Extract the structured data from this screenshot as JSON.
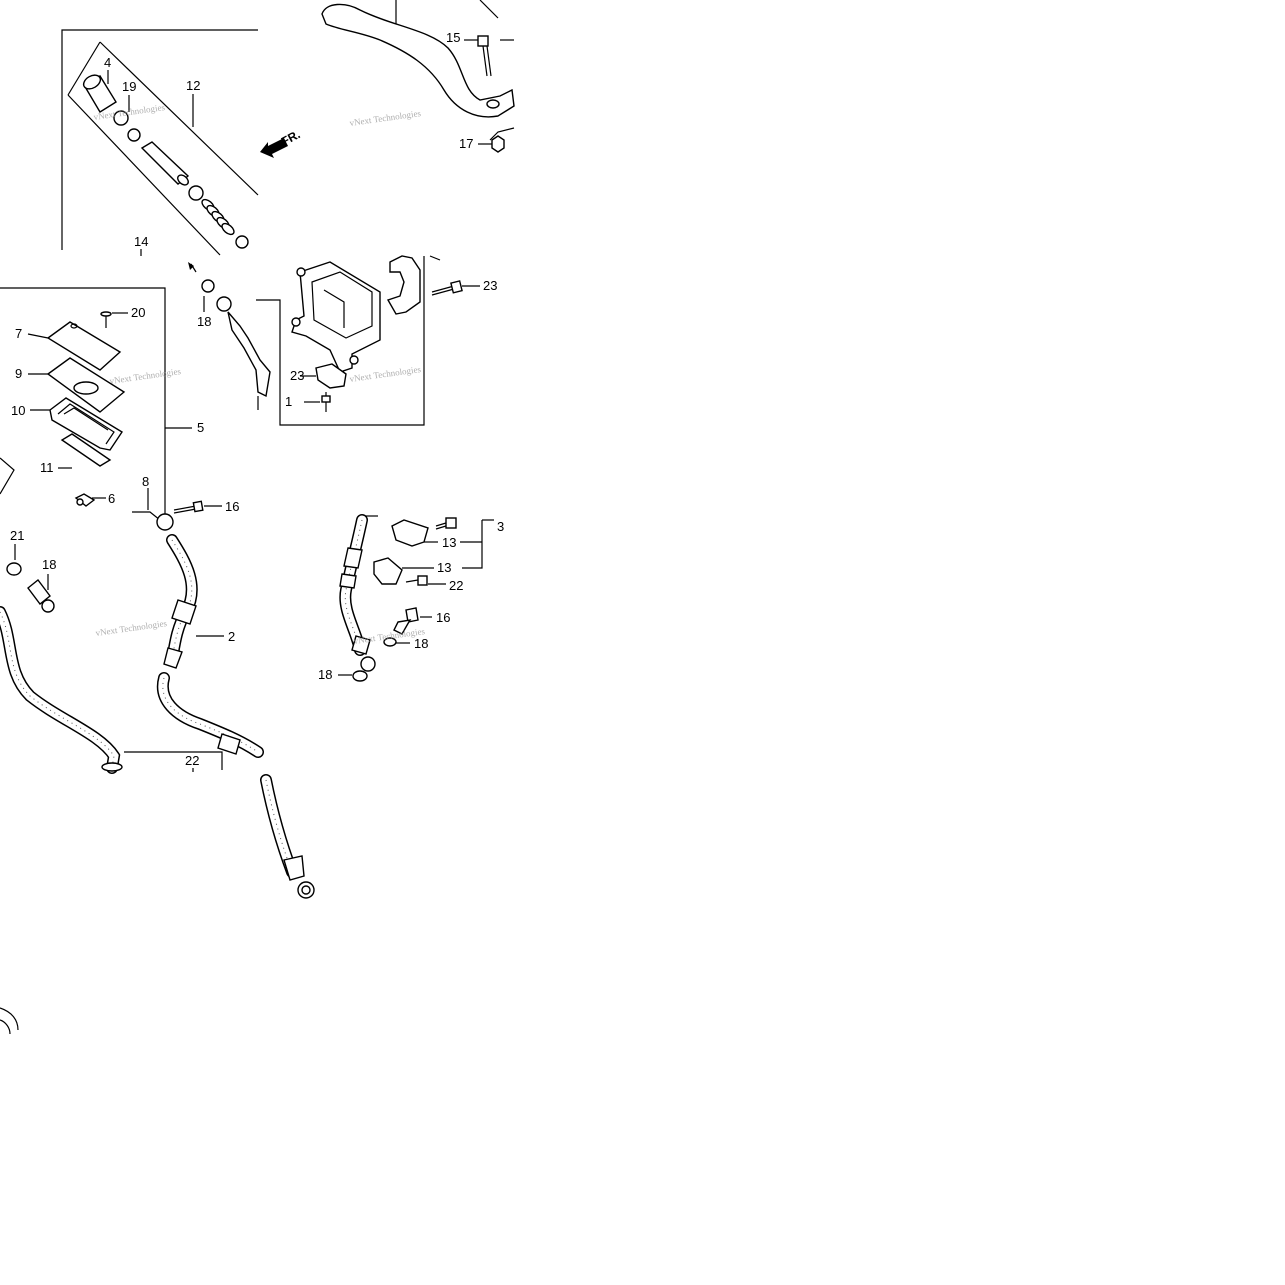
{
  "callouts": [
    {
      "id": "c4",
      "text": "4"
    },
    {
      "id": "c19",
      "text": "19"
    },
    {
      "id": "c12",
      "text": "12"
    },
    {
      "id": "c14",
      "text": "14"
    },
    {
      "id": "c15",
      "text": "15"
    },
    {
      "id": "c17",
      "text": "17"
    },
    {
      "id": "c23a",
      "text": "23"
    },
    {
      "id": "c18a",
      "text": "18"
    },
    {
      "id": "c20",
      "text": "20"
    },
    {
      "id": "c7",
      "text": "7"
    },
    {
      "id": "c9",
      "text": "9"
    },
    {
      "id": "c10",
      "text": "10"
    },
    {
      "id": "c11",
      "text": "11"
    },
    {
      "id": "c5",
      "text": "5"
    },
    {
      "id": "c6",
      "text": "6"
    },
    {
      "id": "c8",
      "text": "8"
    },
    {
      "id": "c23b",
      "text": "23"
    },
    {
      "id": "c1",
      "text": "1"
    },
    {
      "id": "c21",
      "text": "21"
    },
    {
      "id": "c18b",
      "text": "18"
    },
    {
      "id": "c16a",
      "text": "16"
    },
    {
      "id": "c2",
      "text": "2"
    },
    {
      "id": "c22a",
      "text": "22"
    },
    {
      "id": "c3",
      "text": "3"
    },
    {
      "id": "c13a",
      "text": "13"
    },
    {
      "id": "c13b",
      "text": "13"
    },
    {
      "id": "c22b",
      "text": "22"
    },
    {
      "id": "c16b",
      "text": "16"
    },
    {
      "id": "c18c",
      "text": "18"
    },
    {
      "id": "c18d",
      "text": "18"
    }
  ],
  "direction_label": "FR.",
  "watermark": "vNext Technologies"
}
